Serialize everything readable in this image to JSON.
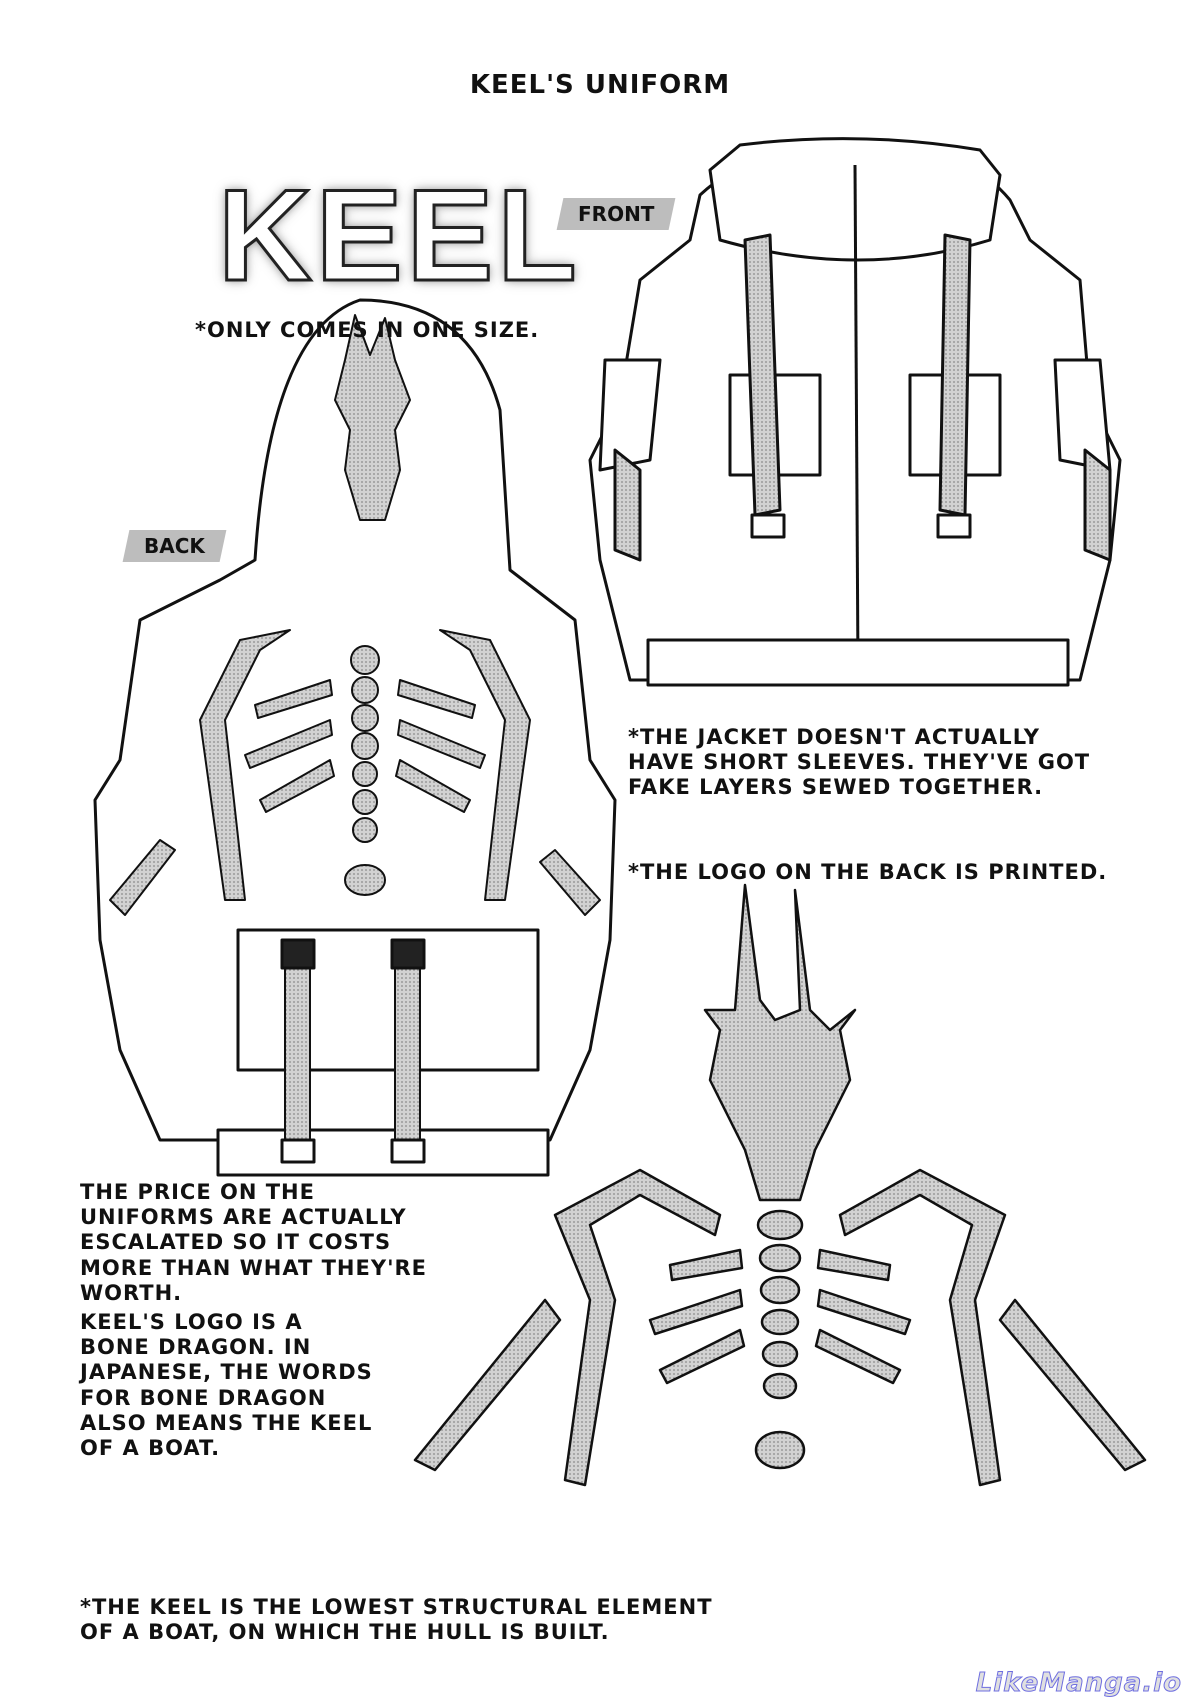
{
  "page": {
    "title": "KEEL'S UNIFORM",
    "logo_text": "KEEL",
    "size_note": "*ONLY COMES IN ONE SIZE.",
    "front_tag": "FRONT",
    "back_tag": "BACK",
    "notes": {
      "sleeves": "*THE JACKET DOESN'T ACTUALLY HAVE SHORT SLEEVES. THEY'VE GOT FAKE LAYERS SEWED TOGETHER.",
      "logo_printed": "*THE LOGO ON THE BACK IS PRINTED.",
      "price": "THE PRICE ON THE UNIFORMS ARE ACTUALLY ESCALATED SO IT COSTS MORE THAN WHAT THEY'RE WORTH.",
      "logo_meaning": "KEEL'S LOGO IS A BONE DRAGON. IN JAPANESE, THE WORDS FOR BONE DRAGON ALSO MEANS THE KEEL OF A BOAT.",
      "keel_definition": "*THE KEEL IS THE LOWEST STRUCTURAL ELEMENT OF A BOAT, ON WHICH THE HULL IS BUILT."
    },
    "watermark": "LikeManga.io"
  },
  "colors": {
    "ink": "#111111",
    "tone": "#bdbdbd",
    "paper": "#ffffff"
  }
}
